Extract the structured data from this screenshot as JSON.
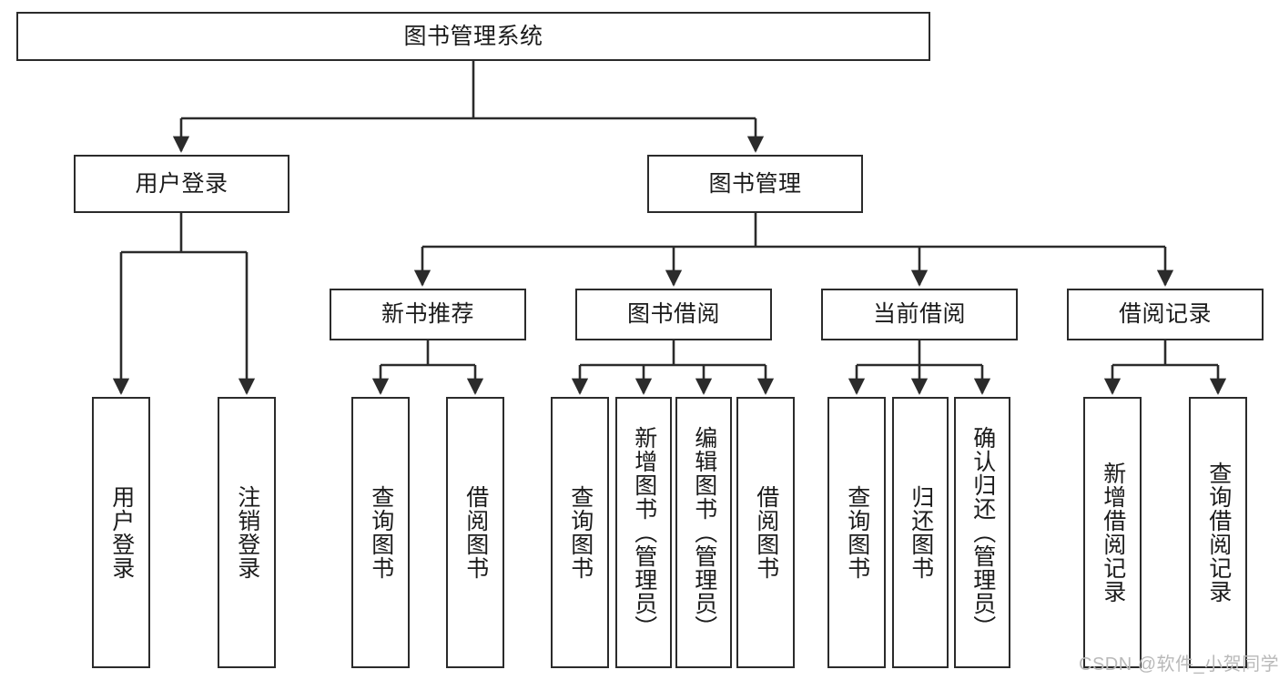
{
  "diagram": {
    "type": "hierarchy-tree",
    "title": "图书管理系统",
    "watermark": "CSDN @软件_小贺同学",
    "root": {
      "id": "root",
      "label": "图书管理系统"
    },
    "level2": [
      {
        "id": "user-login",
        "label": "用户登录"
      },
      {
        "id": "book-management",
        "label": "图书管理"
      }
    ],
    "level3": [
      {
        "id": "new-book-recommend",
        "label": "新书推荐",
        "parent": "book-management"
      },
      {
        "id": "book-borrow",
        "label": "图书借阅",
        "parent": "book-management"
      },
      {
        "id": "current-borrow",
        "label": "当前借阅",
        "parent": "book-management"
      },
      {
        "id": "borrow-record",
        "label": "借阅记录",
        "parent": "book-management"
      }
    ],
    "leaves": {
      "user-login": [
        {
          "id": "leaf-user-login",
          "label": "用户登录"
        },
        {
          "id": "leaf-user-logout",
          "label": "注销登录"
        }
      ],
      "new-book-recommend": [
        {
          "id": "leaf-query-book-1",
          "label": "查询图书"
        },
        {
          "id": "leaf-borrow-book-1",
          "label": "借阅图书"
        }
      ],
      "book-borrow": [
        {
          "id": "leaf-query-book-2",
          "label": "查询图书"
        },
        {
          "id": "leaf-add-book",
          "label": "新增图书（管理员）"
        },
        {
          "id": "leaf-edit-book",
          "label": "编辑图书（管理员）"
        },
        {
          "id": "leaf-borrow-book-2",
          "label": "借阅图书"
        }
      ],
      "current-borrow": [
        {
          "id": "leaf-query-book-3",
          "label": "查询图书"
        },
        {
          "id": "leaf-return-book",
          "label": "归还图书"
        },
        {
          "id": "leaf-confirm-return",
          "label": "确认归还（管理员）"
        }
      ],
      "borrow-record": [
        {
          "id": "leaf-add-record",
          "label": "新增借阅记录"
        },
        {
          "id": "leaf-query-record",
          "label": "查询借阅记录"
        }
      ]
    },
    "colors": {
      "stroke": "#2b2b2b",
      "fill": "#ffffff",
      "text": "#1b1b1b",
      "watermark": "#b9b9b9"
    }
  }
}
